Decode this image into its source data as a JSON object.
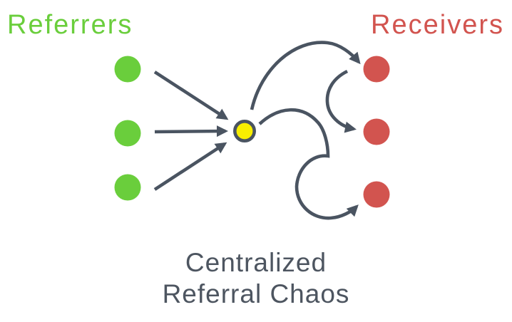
{
  "labels": {
    "referrers": "Referrers",
    "receivers": "Receivers"
  },
  "caption": {
    "line1": "Centralized",
    "line2": "Referral Chaos"
  },
  "colors": {
    "referrer_green": "#6ace3c",
    "receiver_red": "#d2544f",
    "hub_fill": "#f8ee00",
    "arrow_gray": "#4a5461",
    "caption_gray": "#4d5560",
    "background": "#ffffff"
  },
  "diagram": {
    "type": "node-link",
    "referrer_node_count": 3,
    "receiver_node_count": 3,
    "hub_node_count": 1,
    "edges": [
      {
        "from": "referrer-1",
        "to": "hub",
        "style": "straight-arrow"
      },
      {
        "from": "referrer-2",
        "to": "hub",
        "style": "straight-arrow"
      },
      {
        "from": "referrer-3",
        "to": "hub",
        "style": "straight-arrow"
      },
      {
        "from": "hub",
        "to": "receiver-1",
        "style": "curved-arrow"
      },
      {
        "from": "receiver-1",
        "to": "receiver-2",
        "style": "curved-arrow"
      },
      {
        "from": "hub",
        "to": "receiver-3",
        "style": "curved-looping-arrow"
      }
    ]
  }
}
